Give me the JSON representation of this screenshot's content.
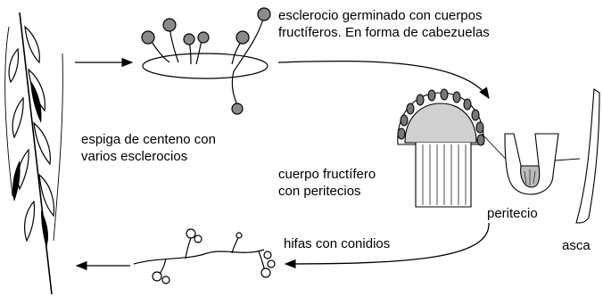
{
  "labels": {
    "sclerotium_line1": "esclerocio germinado con cuerpos",
    "sclerotium_line2": "fructíferos. En forma de cabezuelas",
    "spike_line1": "espiga de centeno con",
    "spike_line2": "varios esclerocios",
    "fruiting_body_line1": "cuerpo fructífero",
    "fruiting_body_line2": "con peritecios",
    "perithecium": "peritecio",
    "ascus": "asca",
    "hyphae": "hifas con conidios"
  },
  "colors": {
    "ink": "#000000",
    "paper": "#ffffff",
    "shade": "#9a9a9a"
  }
}
